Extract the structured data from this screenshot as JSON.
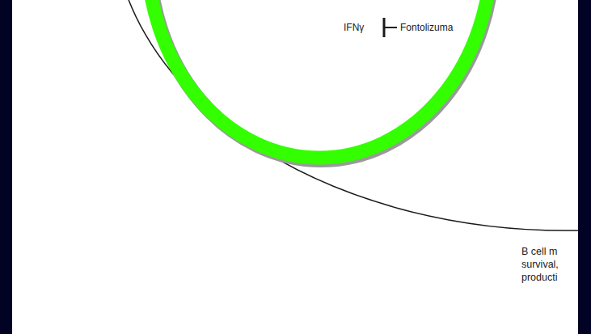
{
  "diagram": {
    "labels": [
      "IFNγ",
      "Fontolizuma",
      "B cell m survival, producti"
    ]
  }
}
